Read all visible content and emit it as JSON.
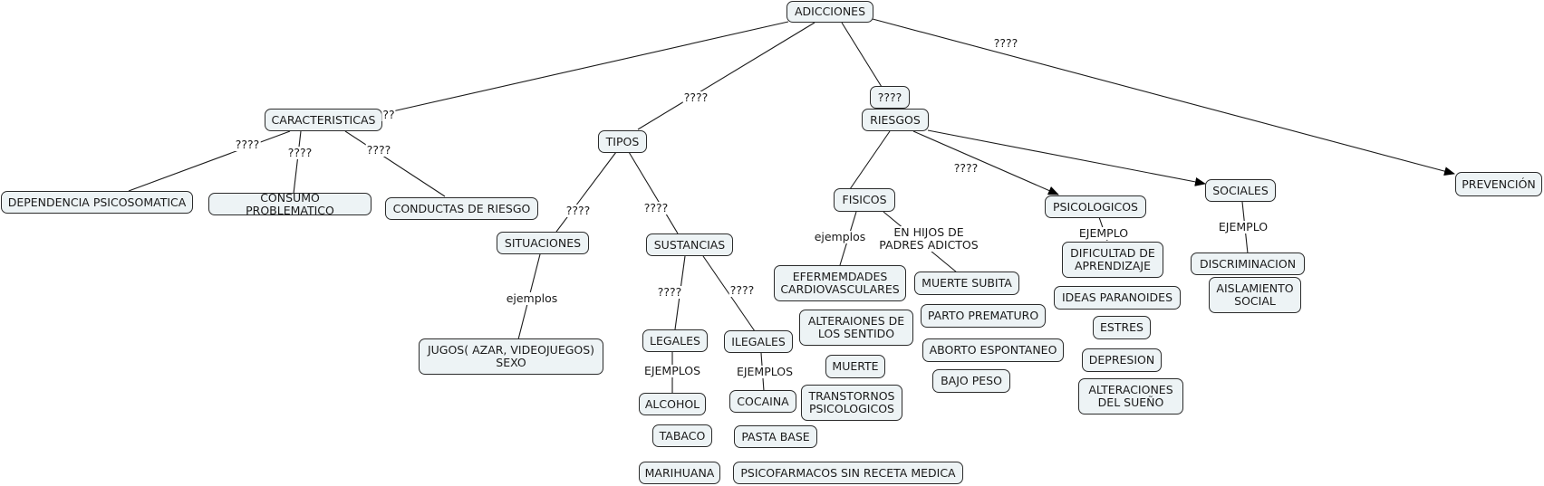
{
  "diagram": {
    "title": "ADICCIONES",
    "nodes": [
      {
        "id": "adicciones",
        "text": "ADICCIONES"
      },
      {
        "id": "caracteristicas",
        "text": "CARACTERISTICAS"
      },
      {
        "id": "tipos",
        "text": "TIPOS"
      },
      {
        "id": "riesgos_q",
        "text": "????"
      },
      {
        "id": "riesgos",
        "text": "RIESGOS"
      },
      {
        "id": "prevencion",
        "text": "PREVENCIÓN"
      },
      {
        "id": "dependencia",
        "text": "DEPENDENCIA PSICOSOMATICA"
      },
      {
        "id": "consumo",
        "text": "CONSUMO PROBLEMATICO"
      },
      {
        "id": "conductas",
        "text": "CONDUCTAS DE RIESGO"
      },
      {
        "id": "situaciones",
        "text": "SITUACIONES"
      },
      {
        "id": "sustancias",
        "text": "SUSTANCIAS"
      },
      {
        "id": "jugos",
        "text": "JUGOS( AZAR, VIDEOJUEGOS)\nSEXO"
      },
      {
        "id": "legales",
        "text": "LEGALES"
      },
      {
        "id": "ilegales",
        "text": "ILEGALES"
      },
      {
        "id": "alcohol",
        "text": "ALCOHOL"
      },
      {
        "id": "tabaco",
        "text": "TABACO"
      },
      {
        "id": "marihuana",
        "text": "MARIHUANA"
      },
      {
        "id": "cocaina",
        "text": "COCAINA"
      },
      {
        "id": "pasta",
        "text": "PASTA BASE"
      },
      {
        "id": "psicofarmacos",
        "text": "PSICOFARMACOS SIN RECETA MEDICA"
      },
      {
        "id": "fisicos",
        "text": "FISICOS"
      },
      {
        "id": "cardio",
        "text": "EFERMEMDADES\nCARDIOVASCULARES"
      },
      {
        "id": "sentido",
        "text": "ALTERAIONES DE\nLOS SENTIDO"
      },
      {
        "id": "muerte",
        "text": "MUERTE"
      },
      {
        "id": "transtornos",
        "text": "TRANSTORNOS\nPSICOLOGICOS"
      },
      {
        "id": "muerte_subita",
        "text": "MUERTE SUBITA"
      },
      {
        "id": "parto",
        "text": "PARTO PREMATURO"
      },
      {
        "id": "aborto",
        "text": "ABORTO ESPONTANEO"
      },
      {
        "id": "bajo_peso",
        "text": "BAJO PESO"
      },
      {
        "id": "psicologicos",
        "text": "PSICOLOGICOS"
      },
      {
        "id": "dificultad",
        "text": "DIFICULTAD DE\nAPRENDIZAJE"
      },
      {
        "id": "paranoides",
        "text": "IDEAS PARANOIDES"
      },
      {
        "id": "estres",
        "text": "ESTRES"
      },
      {
        "id": "depresion",
        "text": "DEPRESION"
      },
      {
        "id": "sueno",
        "text": "ALTERACIONES\nDEL SUEÑO"
      },
      {
        "id": "sociales",
        "text": "SOCIALES"
      },
      {
        "id": "discriminacion",
        "text": "DISCRIMINACION"
      },
      {
        "id": "aislamiento",
        "text": "AISLAMIENTO\nSOCIAL"
      }
    ],
    "link_labels": [
      {
        "id": "l_carac",
        "text": "??"
      },
      {
        "id": "l_tipos",
        "text": "????"
      },
      {
        "id": "l_prev",
        "text": "????"
      },
      {
        "id": "l_dep",
        "text": "????"
      },
      {
        "id": "l_cons",
        "text": "????"
      },
      {
        "id": "l_cond",
        "text": "????"
      },
      {
        "id": "l_sit",
        "text": "????"
      },
      {
        "id": "l_sus",
        "text": "????"
      },
      {
        "id": "l_ejemplos_sit",
        "text": "ejemplos"
      },
      {
        "id": "l_leg",
        "text": "????"
      },
      {
        "id": "l_ileg",
        "text": "????"
      },
      {
        "id": "l_ej_leg",
        "text": "EJEMPLOS"
      },
      {
        "id": "l_ej_ileg",
        "text": "EJEMPLOS"
      },
      {
        "id": "l_ejemplos_fis",
        "text": "ejemplos"
      },
      {
        "id": "l_hijos",
        "text": "EN HIJOS DE\nPADRES ADICTOS"
      },
      {
        "id": "l_psico",
        "text": "????"
      },
      {
        "id": "l_ej_psico",
        "text": "EJEMPLO"
      },
      {
        "id": "l_ej_soc",
        "text": "EJEMPLO"
      }
    ]
  },
  "colors": {
    "node_fill": "#edf3f5",
    "node_border": "#2b2b2b",
    "line": "#1a1a1a"
  }
}
